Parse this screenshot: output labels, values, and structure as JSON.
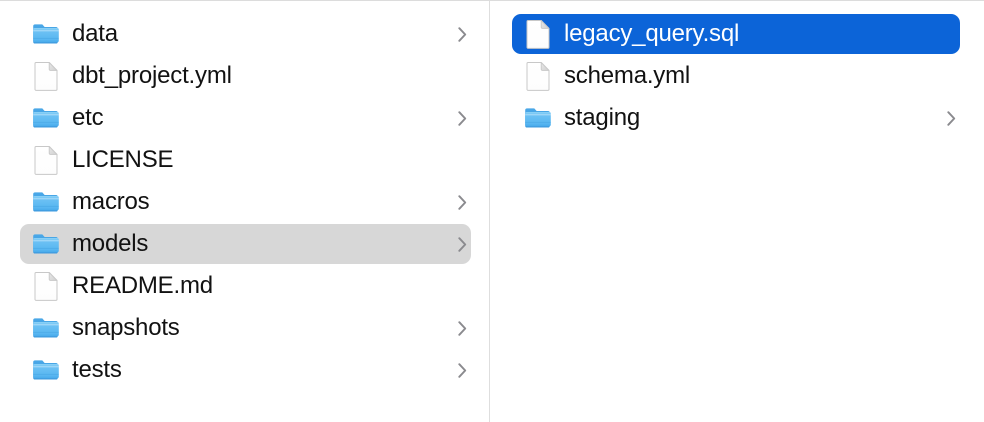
{
  "app": {
    "name": "Finder",
    "view": "column-view",
    "accent_color": "#0c64d8",
    "inactive_selection_color": "#d7d7d7",
    "folder_icon_color": "#58b9f2",
    "divider_color": "#dedede",
    "text_color": "#121212",
    "selected_text_color": "#ffffff"
  },
  "columns": [
    {
      "name": "parent-column",
      "items": [
        {
          "label": "data",
          "kind": "folder",
          "icon": "folder-icon",
          "has_chevron": true,
          "selected": false,
          "selection_style": "none"
        },
        {
          "label": "dbt_project.yml",
          "kind": "file",
          "icon": "document-icon",
          "has_chevron": false,
          "selected": false,
          "selection_style": "none"
        },
        {
          "label": "etc",
          "kind": "folder",
          "icon": "folder-icon",
          "has_chevron": true,
          "selected": false,
          "selection_style": "none"
        },
        {
          "label": "LICENSE",
          "kind": "file",
          "icon": "document-icon",
          "has_chevron": false,
          "selected": false,
          "selection_style": "none"
        },
        {
          "label": "macros",
          "kind": "folder",
          "icon": "folder-icon",
          "has_chevron": true,
          "selected": false,
          "selection_style": "none"
        },
        {
          "label": "models",
          "kind": "folder",
          "icon": "folder-icon",
          "has_chevron": true,
          "selected": true,
          "selection_style": "inactive"
        },
        {
          "label": "README.md",
          "kind": "file",
          "icon": "document-icon",
          "has_chevron": false,
          "selected": false,
          "selection_style": "none"
        },
        {
          "label": "snapshots",
          "kind": "folder",
          "icon": "folder-icon",
          "has_chevron": true,
          "selected": false,
          "selection_style": "none"
        },
        {
          "label": "tests",
          "kind": "folder",
          "icon": "folder-icon",
          "has_chevron": true,
          "selected": false,
          "selection_style": "none"
        }
      ]
    },
    {
      "name": "child-column",
      "items": [
        {
          "label": "legacy_query.sql",
          "kind": "file",
          "icon": "document-icon",
          "has_chevron": false,
          "selected": true,
          "selection_style": "active"
        },
        {
          "label": "schema.yml",
          "kind": "file",
          "icon": "document-icon",
          "has_chevron": false,
          "selected": false,
          "selection_style": "none"
        },
        {
          "label": "staging",
          "kind": "folder",
          "icon": "folder-icon",
          "has_chevron": true,
          "selected": false,
          "selection_style": "none"
        }
      ]
    }
  ]
}
